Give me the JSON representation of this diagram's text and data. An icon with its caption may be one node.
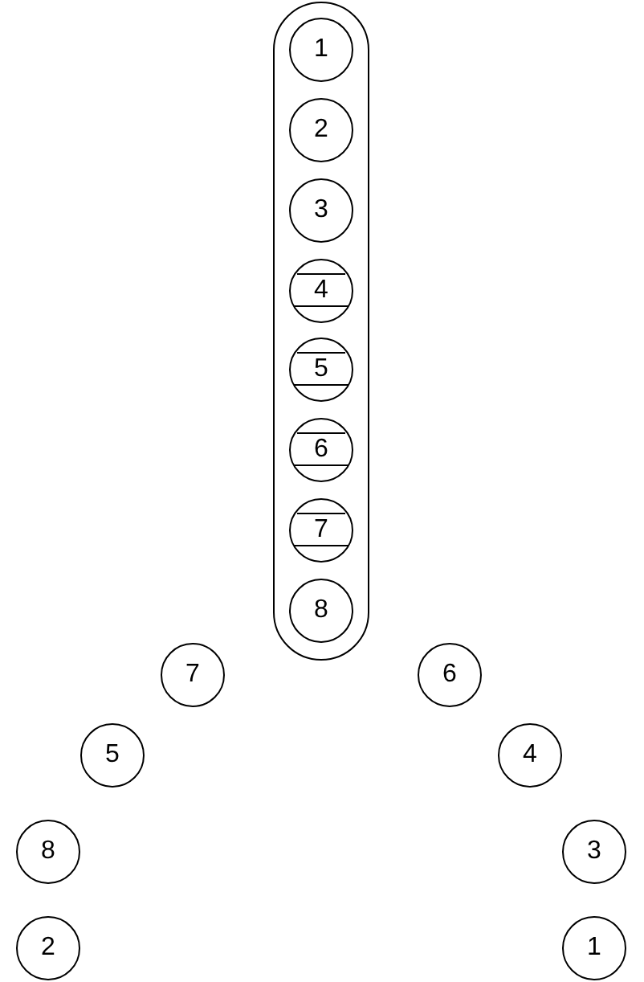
{
  "diagram": {
    "nodes": [
      {
        "text": [],
        "shape": "box"
      },
      {
        "text": [
          "1"
        ],
        "in": 0
      },
      {
        "text": [
          "2"
        ],
        "in": 0
      },
      {
        "text": [
          "3"
        ],
        "in": 0
      },
      {
        "text": [
          "4"
        ],
        "in": 0
      },
      {
        "text": [
          "5"
        ],
        "in": 0
      },
      {
        "text": [
          "6"
        ],
        "in": 0
      },
      {
        "text": [
          "7"
        ],
        "in": 0
      },
      {
        "text": [
          "8"
        ],
        "in": 0
      },
      {
        "text": [
          "7"
        ]
      },
      {
        "text": [
          "6"
        ]
      },
      {
        "text": [
          "5"
        ]
      },
      {
        "text": [
          "4"
        ]
      },
      {
        "text": [
          "8"
        ]
      },
      {
        "text": [
          "3"
        ]
      },
      {
        "text": [
          "2"
        ]
      },
      {
        "text": [
          "1"
        ]
      }
    ]
  }
}
